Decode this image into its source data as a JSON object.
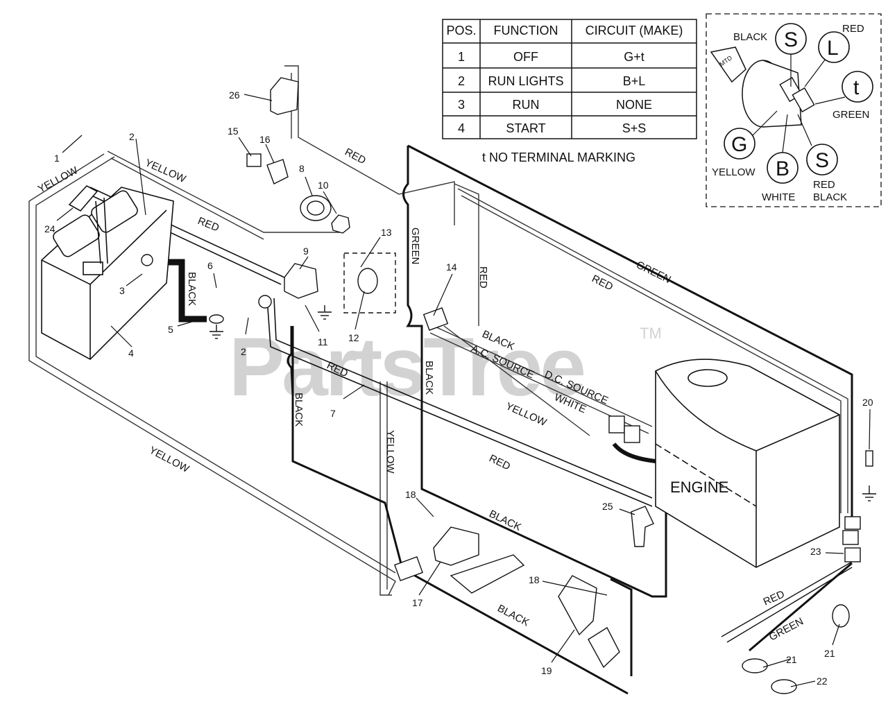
{
  "watermark": {
    "text": "PartsTree",
    "tm": "TM"
  },
  "table": {
    "headers": {
      "pos": "POS.",
      "function": "FUNCTION",
      "circuit": "CIRCUIT  (MAKE)"
    },
    "rows": [
      {
        "pos": "1",
        "function": "OFF",
        "circuit": "G+t"
      },
      {
        "pos": "2",
        "function": "RUN LIGHTS",
        "circuit": "B+L"
      },
      {
        "pos": "3",
        "function": "RUN",
        "circuit": "NONE"
      },
      {
        "pos": "4",
        "function": "START",
        "circuit": "S+S"
      }
    ],
    "note": "t  NO TERMINAL MARKING"
  },
  "switch_inset": {
    "terminals": {
      "s_top": "S",
      "l": "L",
      "t": "t",
      "g": "G",
      "b": "B",
      "s_bottom": "S"
    },
    "labels": {
      "black": "BLACK",
      "red": "RED",
      "green": "GREEN",
      "yellow": "YELLOW",
      "white": "WHITE",
      "red2": "RED",
      "black2": "BLACK"
    },
    "key_text": "MTD"
  },
  "engine": {
    "label": "ENGINE"
  },
  "wire_labels": {
    "yellow1": "YELLOW",
    "yellow2": "YELLOW",
    "yellow3": "YELLOW",
    "yellow4": "YELLOW",
    "yellow5": "YELLOW",
    "red1": "RED",
    "red2": "RED",
    "red3": "RED",
    "red4": "RED",
    "red5": "RED",
    "red6": "RED",
    "red7": "RED",
    "green1": "GREEN",
    "green2": "GREEN",
    "green3": "GREEN",
    "black1": "BLACK",
    "black2": "BLACK",
    "black3": "BLACK",
    "black4": "BLACK",
    "black5": "BLACK",
    "black6": "BLACK",
    "ac_source": "A.C. SOURCE",
    "dc_source": "D.C. SOURCE",
    "white": "WHITE"
  },
  "callouts": [
    "1",
    "2",
    "3",
    "4",
    "5",
    "6",
    "7",
    "8",
    "9",
    "10",
    "11",
    "12",
    "13",
    "14",
    "15",
    "16",
    "17",
    "18",
    "19",
    "20",
    "21",
    "22",
    "23",
    "24",
    "25",
    "26"
  ],
  "callouts_extra": {
    "n2b": "2",
    "n18b": "18",
    "n21b": "21"
  }
}
